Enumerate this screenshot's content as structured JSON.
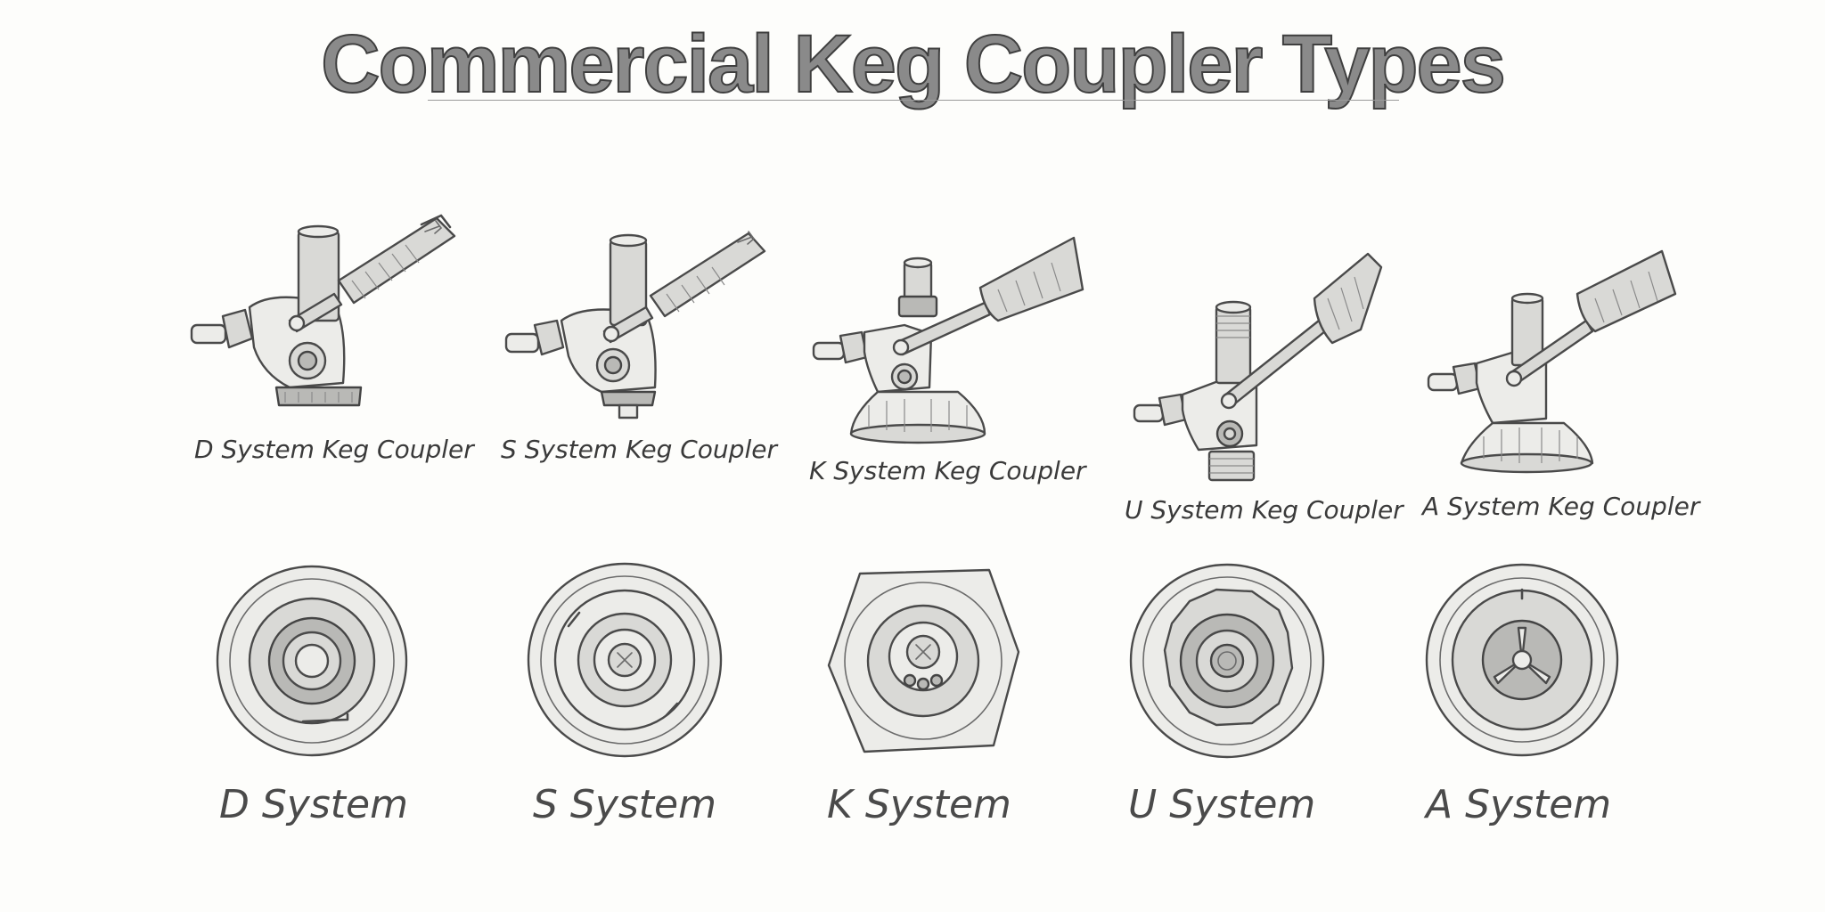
{
  "title": "Commercial Keg Coupler Types",
  "couplers": [
    {
      "id": "d",
      "label": "D System Keg Coupler"
    },
    {
      "id": "s",
      "label": "S System Keg Coupler"
    },
    {
      "id": "k",
      "label": "K System Keg Coupler"
    },
    {
      "id": "u",
      "label": "U System Keg Coupler"
    },
    {
      "id": "a",
      "label": "A System Keg Coupler"
    }
  ],
  "valves": [
    {
      "id": "d",
      "label": "D System"
    },
    {
      "id": "s",
      "label": "S System"
    },
    {
      "id": "k",
      "label": "K System"
    },
    {
      "id": "u",
      "label": "U System"
    },
    {
      "id": "a",
      "label": "A System"
    }
  ],
  "ink_color": "#4a4a4a",
  "paper_color": "#fdfdfb"
}
